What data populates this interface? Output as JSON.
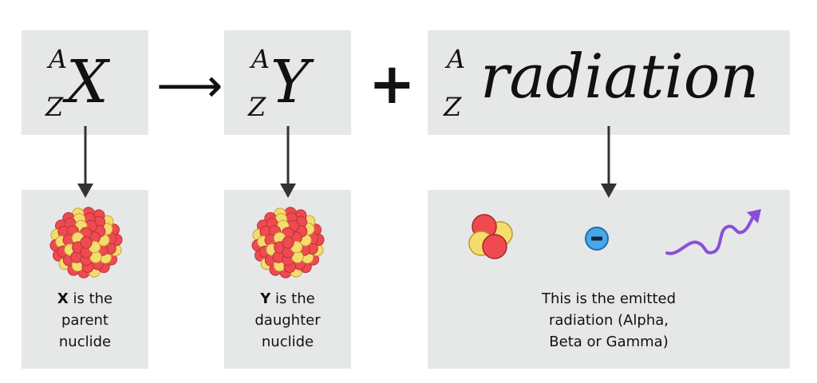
{
  "equation": {
    "parent": {
      "mass": "A",
      "atomic": "Z",
      "symbol": "X"
    },
    "arrow": "⟶",
    "daughter": {
      "mass": "A",
      "atomic": "Z",
      "symbol": "Y"
    },
    "plus": "+",
    "radiation": {
      "mass": "A",
      "atomic": "Z",
      "symbol": "radiation"
    }
  },
  "captions": {
    "parent": {
      "bold": "X",
      "line1": " is the",
      "line2": "parent",
      "line3": "nuclide"
    },
    "daughter": {
      "bold": "Y",
      "line1": " is the",
      "line2": "daughter",
      "line3": "nuclide"
    },
    "radiation": {
      "line1": "This is the emitted",
      "line2": "radiation (Alpha,",
      "line3": "Beta or Gamma)"
    }
  },
  "icons": [
    "nucleus-icon",
    "alpha-particle-icon",
    "beta-particle-icon",
    "gamma-ray-icon"
  ],
  "colors": {
    "box": "#e6e7e7",
    "proton": "#ee4a50",
    "neutron": "#f6dc6c",
    "beta": "#4aa6e8",
    "gamma": "#8a4fd8",
    "arrow": "#333333"
  }
}
